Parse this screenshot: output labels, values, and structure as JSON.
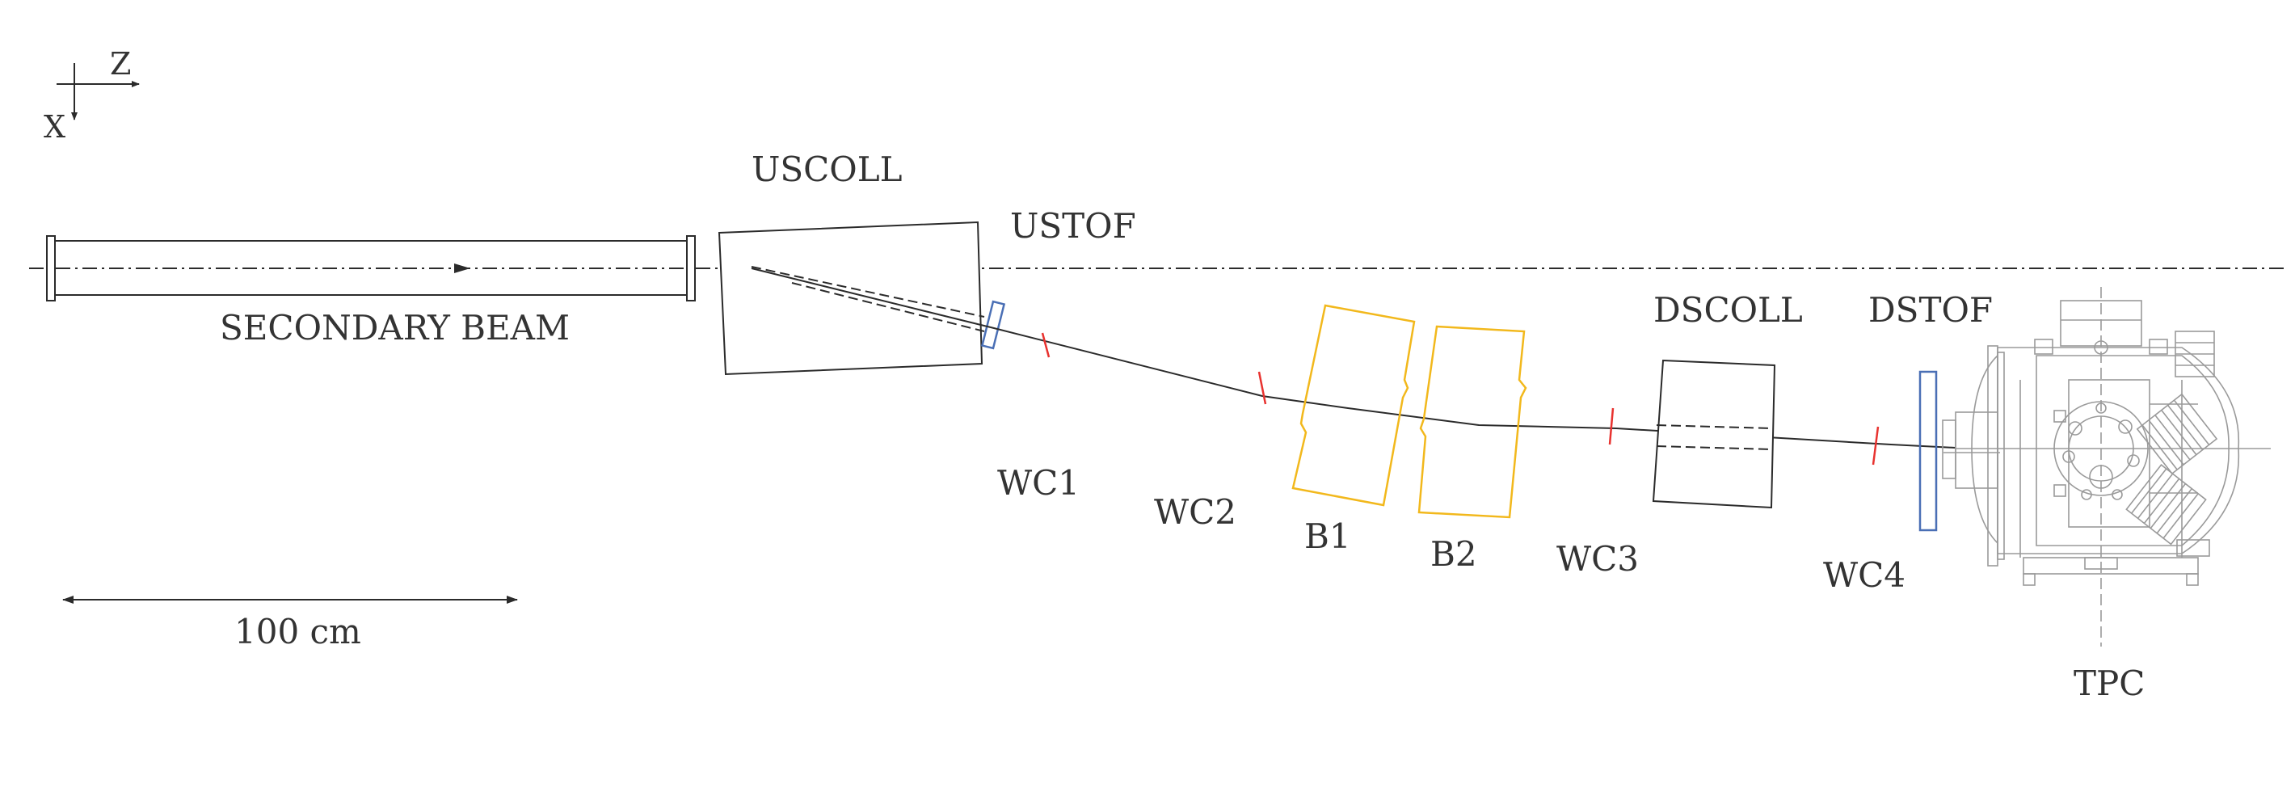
{
  "axes": {
    "z_label": "Z",
    "x_label": "X"
  },
  "labels": {
    "secondary_beam": "SECONDARY BEAM",
    "uscoll": "USCOLL",
    "ustof": "USTOF",
    "wc1": "WC1",
    "wc2": "WC2",
    "b1": "B1",
    "b2": "B2",
    "wc3": "WC3",
    "dscoll": "DSCOLL",
    "dstof": "DSTOF",
    "wc4": "WC4",
    "tpc": "TPC"
  },
  "scale_bar": {
    "label": "100 cm"
  },
  "colors": {
    "line": "#2b2b2b",
    "magnet": "#f2b81c",
    "wire_chamber": "#e8322f",
    "tof": "#4a6fb5",
    "tpc": "#9a9a9a"
  }
}
